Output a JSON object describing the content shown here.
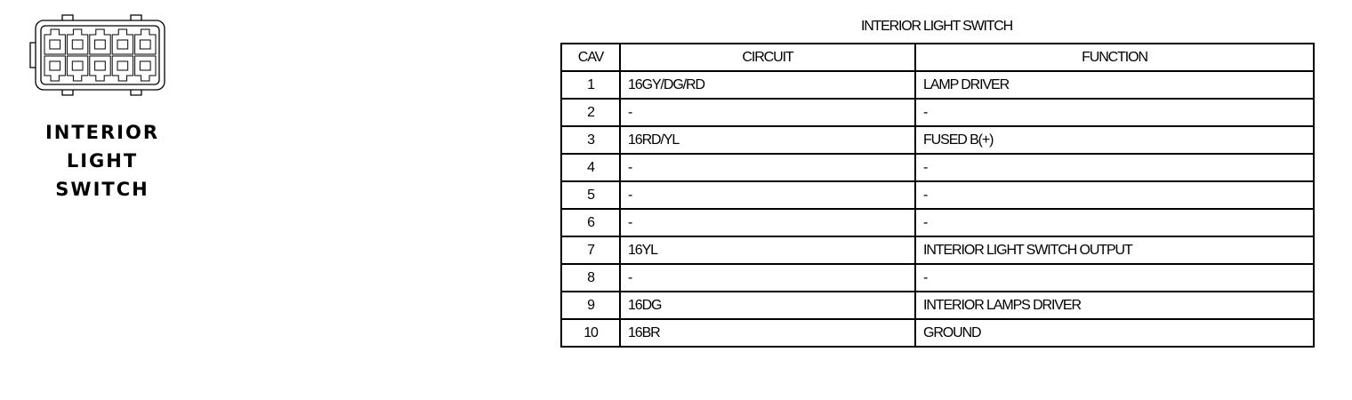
{
  "connector": {
    "label_lines": [
      "INTERIOR",
      "LIGHT",
      "SWITCH"
    ],
    "cavity_rows": 2,
    "cavities_per_row": 5
  },
  "table": {
    "title": "INTERIOR LIGHT SWITCH",
    "headers": {
      "cav": "CAV",
      "circuit": "CIRCUIT",
      "function": "FUNCTION"
    },
    "rows": [
      {
        "cav": "1",
        "circuit": "16GY/DG/RD",
        "function": "LAMP DRIVER"
      },
      {
        "cav": "2",
        "circuit": "-",
        "function": "-"
      },
      {
        "cav": "3",
        "circuit": "16RD/YL",
        "function": "FUSED B(+)"
      },
      {
        "cav": "4",
        "circuit": "-",
        "function": "-"
      },
      {
        "cav": "5",
        "circuit": "-",
        "function": "-"
      },
      {
        "cav": "6",
        "circuit": "-",
        "function": "-"
      },
      {
        "cav": "7",
        "circuit": "16YL",
        "function": "INTERIOR LIGHT SWITCH OUTPUT"
      },
      {
        "cav": "8",
        "circuit": "-",
        "function": "-"
      },
      {
        "cav": "9",
        "circuit": "16DG",
        "function": "INTERIOR LAMPS DRIVER"
      },
      {
        "cav": "10",
        "circuit": "16BR",
        "function": "GROUND"
      }
    ]
  }
}
